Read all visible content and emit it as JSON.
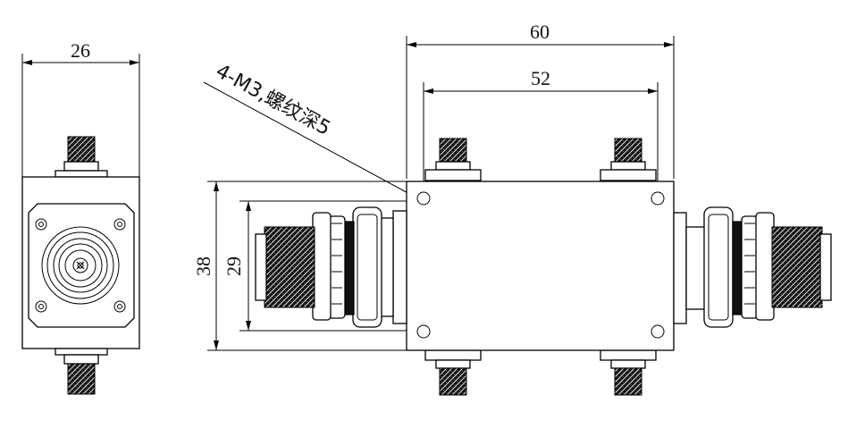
{
  "dimensions": {
    "side_view_width": "26",
    "overall_length": "60",
    "hole_spacing_length": "52",
    "overall_height": "38",
    "hole_spacing_height": "29"
  },
  "annotation": {
    "thread_note": "4-M3,螺纹深5"
  },
  "colors": {
    "line": "#000000",
    "background": "#ffffff"
  }
}
